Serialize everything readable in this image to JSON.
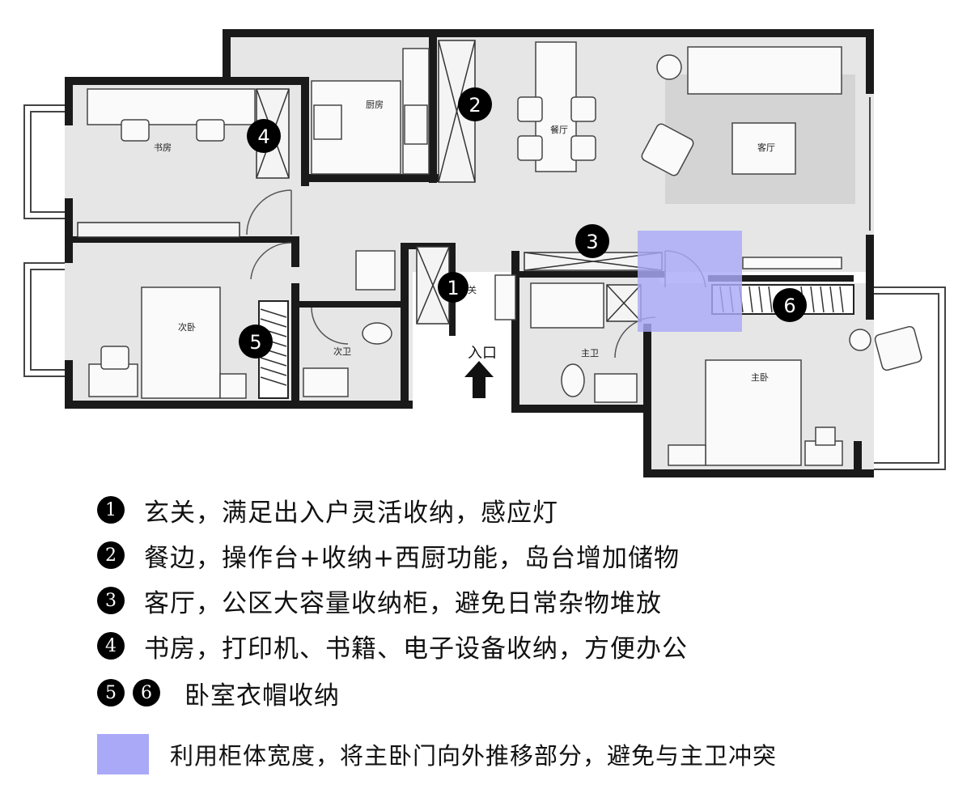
{
  "rooms": {
    "study": "书房",
    "kitchen": "厨房",
    "dining": "餐厅",
    "living": "客厅",
    "second_bedroom": "次卧",
    "second_bath": "次卫",
    "main_bath": "主卫",
    "master_bedroom": "主卧",
    "foyer_partial": "关"
  },
  "entrance_label": "入口",
  "markers": [
    "1",
    "2",
    "3",
    "4",
    "5",
    "6"
  ],
  "legend": [
    {
      "numbers": [
        "1"
      ],
      "text": "玄关，满足出入户灵活收纳，感应灯"
    },
    {
      "numbers": [
        "2"
      ],
      "text": "餐边，操作台+收纳+西厨功能，岛台增加储物"
    },
    {
      "numbers": [
        "3"
      ],
      "text": "客厅，公区大容量收纳柜，避免日常杂物堆放"
    },
    {
      "numbers": [
        "4"
      ],
      "text": "书房，打印机、书籍、电子设备收纳，方便办公"
    },
    {
      "numbers": [
        "5",
        "6"
      ],
      "text": "卧室衣帽收纳"
    }
  ],
  "highlight_note": "利用柜体宽度，将主卧门向外推移部分，避免与主卫冲突",
  "colors": {
    "highlight": "#a9a9f8",
    "wall": "#1a1a1a",
    "floor": "#e6e6e6",
    "rug": "#d4d4d4"
  }
}
